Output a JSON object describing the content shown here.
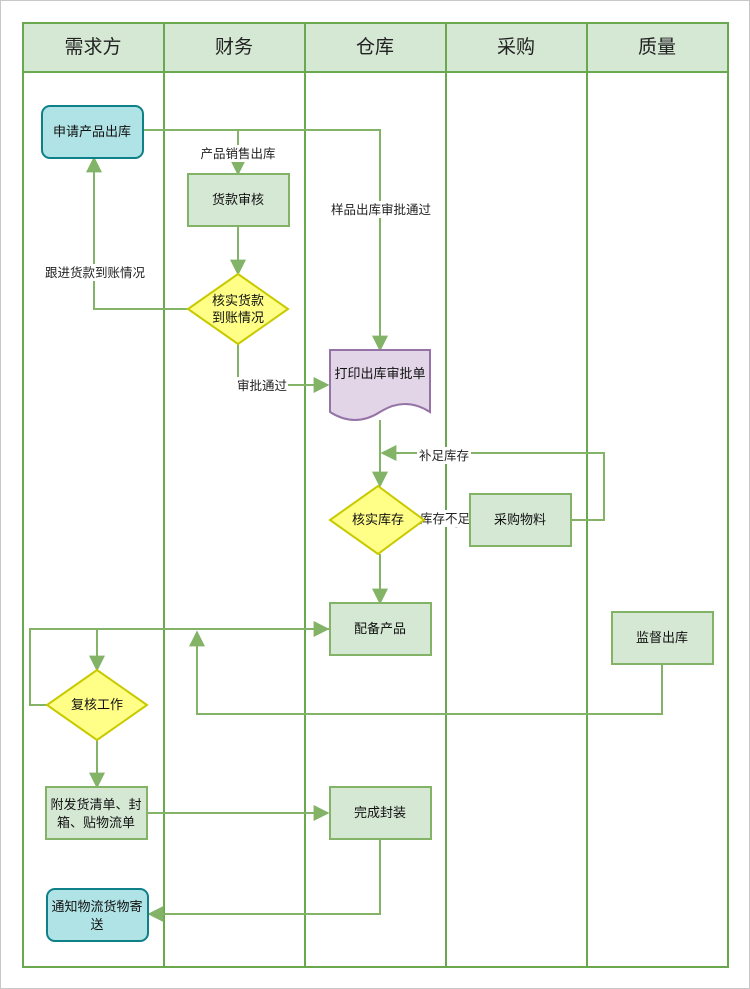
{
  "lanes": [
    "需求方",
    "财务",
    "仓库",
    "采购",
    "质量"
  ],
  "nodes": {
    "apply": "申请产品出库",
    "payment_review": "货款审核",
    "verify_payment_1": "核实货款",
    "verify_payment_2": "到账情况",
    "print_doc": "打印出库审批单",
    "check_stock": "核实库存",
    "purchase": "采购物料",
    "prepare": "配备产品",
    "supervise": "监督出库",
    "recheck": "复核工作",
    "attach_1": "附发货清单、封",
    "attach_2": "箱、贴物流单",
    "seal": "完成封装",
    "notify_1": "通知物流货物寄",
    "notify_2": "送"
  },
  "edge_labels": {
    "sales_out": "产品销售出库",
    "sample_approved": "样品出库审批通过",
    "follow_up": "跟进货款到账情况",
    "approved": "审批通过",
    "restock": "补足库存",
    "insufficient": "库存不足"
  },
  "colors": {
    "lane_border": "#6aa84f",
    "header_fill": "#d5e8d4",
    "process_fill": "#d5e8d4",
    "terminal_fill": "#b0e3e6",
    "decision_fill": "#ffff88",
    "document_fill": "#e1d5e7",
    "edge": "#82b366"
  }
}
